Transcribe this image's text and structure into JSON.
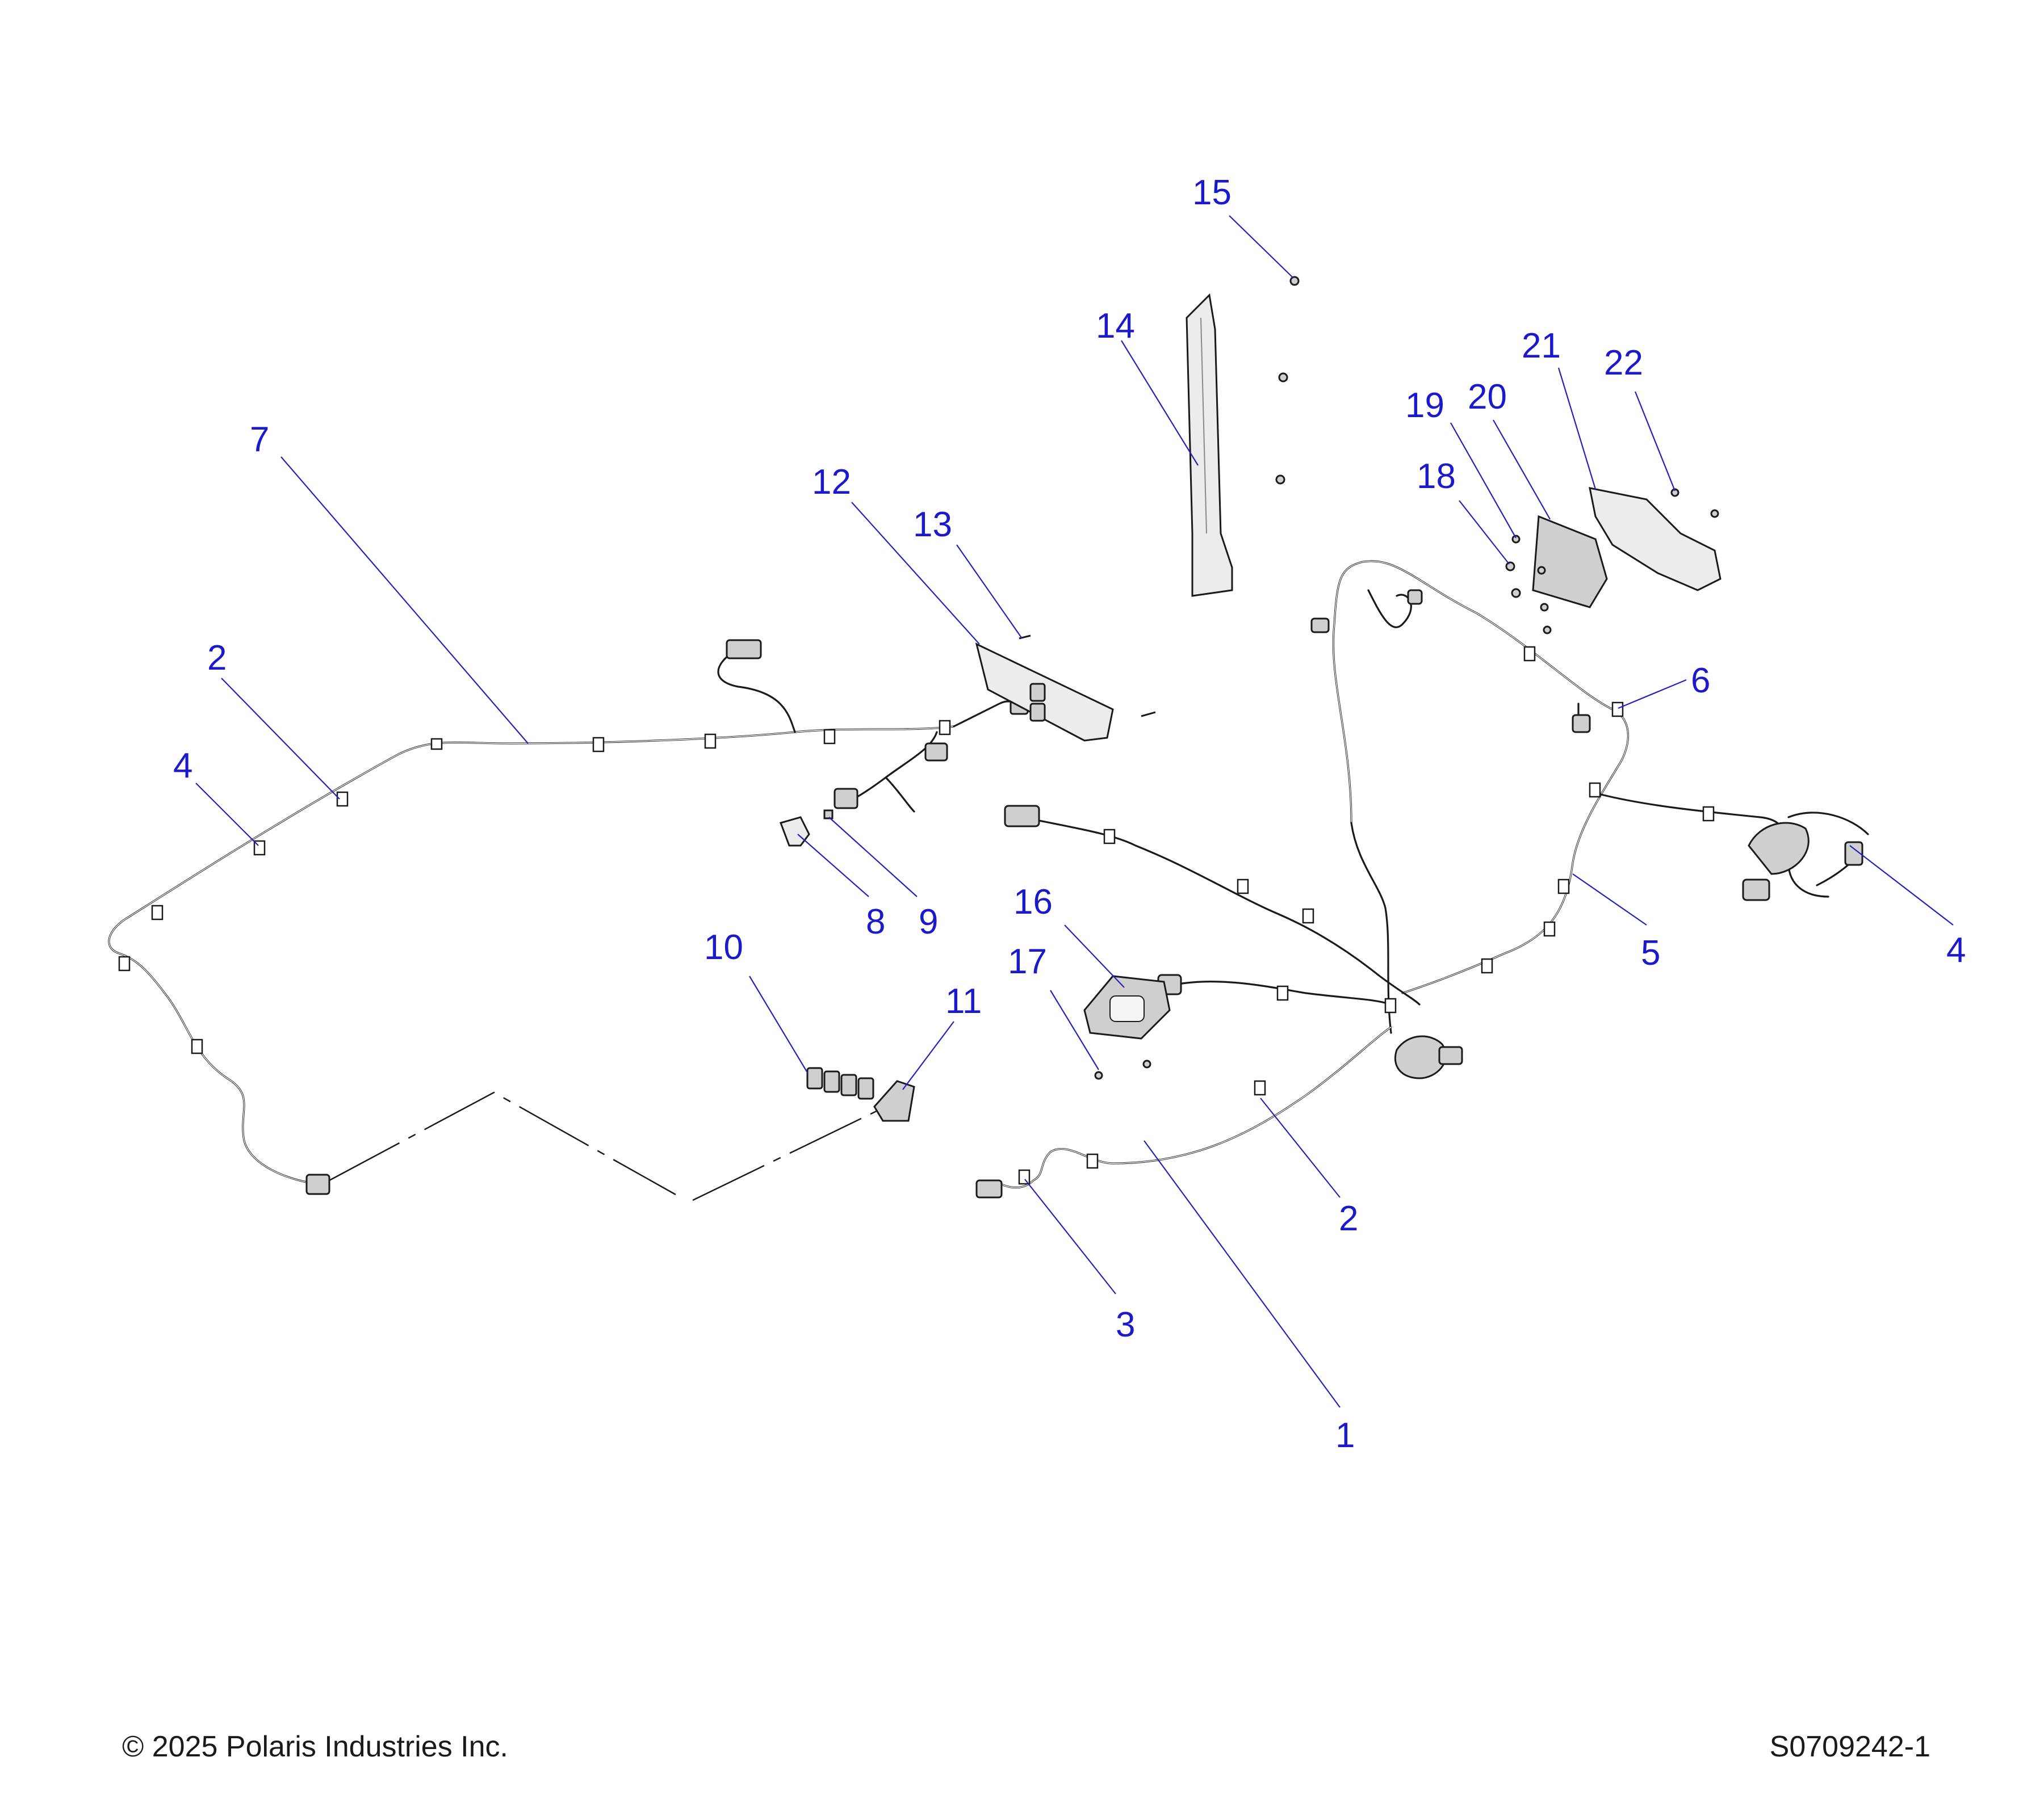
{
  "callouts": [
    {
      "id": "1",
      "label": "1"
    },
    {
      "id": "2a",
      "label": "2"
    },
    {
      "id": "2b",
      "label": "2"
    },
    {
      "id": "3",
      "label": "3"
    },
    {
      "id": "4a",
      "label": "4"
    },
    {
      "id": "4b",
      "label": "4"
    },
    {
      "id": "5",
      "label": "5"
    },
    {
      "id": "6",
      "label": "6"
    },
    {
      "id": "7",
      "label": "7"
    },
    {
      "id": "8",
      "label": "8"
    },
    {
      "id": "9",
      "label": "9"
    },
    {
      "id": "10",
      "label": "10"
    },
    {
      "id": "11",
      "label": "11"
    },
    {
      "id": "12",
      "label": "12"
    },
    {
      "id": "13",
      "label": "13"
    },
    {
      "id": "14",
      "label": "14"
    },
    {
      "id": "15",
      "label": "15"
    },
    {
      "id": "16",
      "label": "16"
    },
    {
      "id": "17",
      "label": "17"
    },
    {
      "id": "18",
      "label": "18"
    },
    {
      "id": "19",
      "label": "19"
    },
    {
      "id": "20",
      "label": "20"
    },
    {
      "id": "21",
      "label": "21"
    },
    {
      "id": "22",
      "label": "22"
    }
  ],
  "footer": {
    "copyright": "© 2025 Polaris Industries Inc.",
    "drawing_number": "S0709242-1"
  },
  "colors": {
    "callout": "#1a1acc",
    "leader": "#2222bb",
    "line": "#1a1a1a"
  }
}
